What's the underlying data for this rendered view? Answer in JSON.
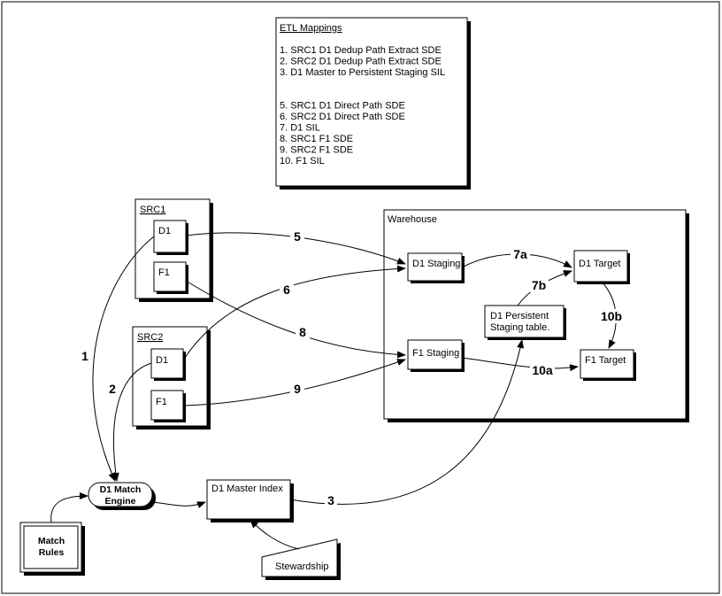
{
  "mappings": {
    "title": "ETL Mappings",
    "items": [
      "1. SRC1 D1 Dedup Path Extract SDE",
      "2. SRC2 D1 Dedup Path Extract SDE",
      "3. D1 Master to Persistent Staging SIL",
      "",
      "",
      "5. SRC1 D1 Direct Path SDE",
      "6. SRC2 D1 Direct Path  SDE",
      "7. D1 SIL",
      "8. SRC1 F1 SDE",
      "9. SRC2 F1 SDE",
      "10. F1 SIL"
    ]
  },
  "src1": {
    "title": "SRC1",
    "d1": "D1",
    "f1": "F1"
  },
  "src2": {
    "title": "SRC2",
    "d1": "D1",
    "f1": "F1"
  },
  "warehouse": {
    "title": "Warehouse",
    "d1_staging": "D1 Staging",
    "f1_staging": "F1 Staging",
    "d1_target": "D1 Target",
    "f1_target": "F1 Target",
    "persistent_line1": "D1 Persistent",
    "persistent_line2": "Staging table."
  },
  "match_engine": {
    "line1": "D1 Match",
    "line2": "Engine"
  },
  "match_rules": {
    "line1": "Match",
    "line2": "Rules"
  },
  "master_index": "D1 Master Index",
  "stewardship": "Stewardship",
  "edge_labels": {
    "e1": "1",
    "e2": "2",
    "e3": "3",
    "e5": "5",
    "e6": "6",
    "e7a": "7a",
    "e7b": "7b",
    "e8": "8",
    "e9": "9",
    "e10a": "10a",
    "e10b": "10b"
  }
}
